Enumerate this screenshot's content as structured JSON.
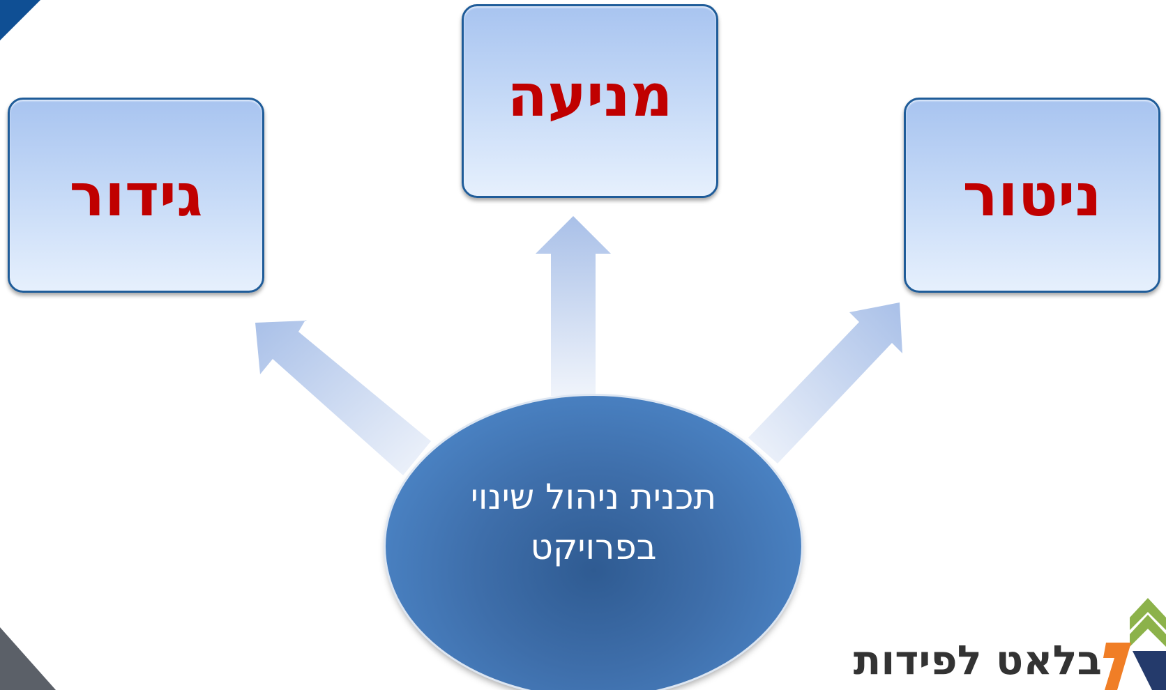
{
  "diagram": {
    "nodes": {
      "left": "גידור",
      "center": "מניעה",
      "right": "ניטור"
    },
    "hub": {
      "line1": "תכנית ניהול שינוי",
      "line2": "בפרויקט"
    }
  },
  "logo": {
    "text": "בלאט לפידות",
    "icon": "arrow-chevron-logo-icon"
  },
  "colors": {
    "node_text": "#c00000",
    "node_border": "#1f5c99",
    "node_fill_top": "#a8c4f0",
    "node_fill_bottom": "#e6f0fd",
    "hub_fill": "#3e6eaa",
    "arrow_fill": "#b6caea",
    "logo_orange": "#f07e26",
    "logo_green": "#8cb24a",
    "logo_navy": "#243a6b"
  }
}
